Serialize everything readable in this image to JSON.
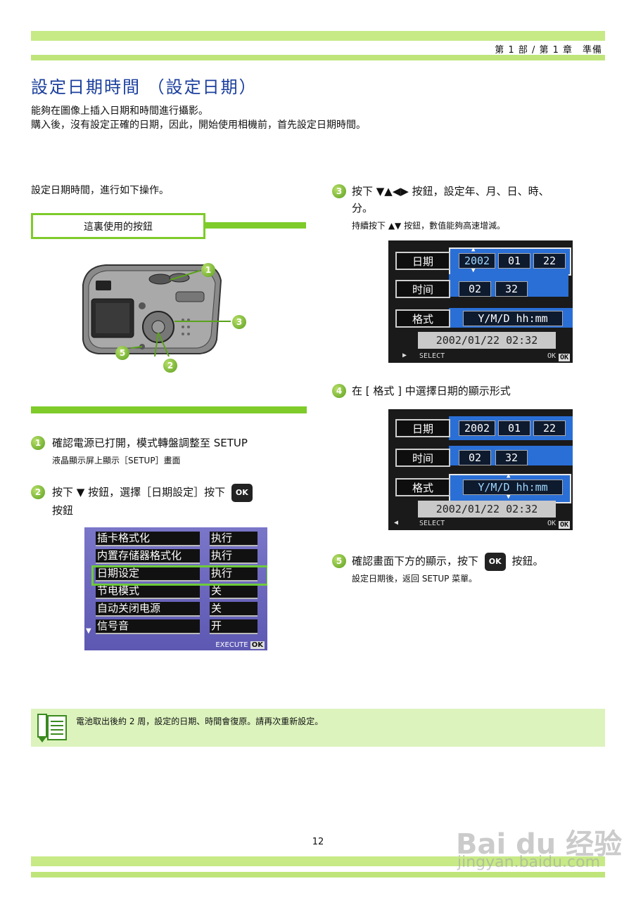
{
  "header": {
    "chapter": "第 1 部 / 第 1 章　準備"
  },
  "title": "設定日期時間 （設定日期）",
  "intro": [
    "能夠在圖像上插入日期和時間進行攝影。",
    "購入後，沒有設定正確的日期，因此，開始使用相機前，首先設定日期時間。"
  ],
  "left": {
    "lead": "設定日期時間，進行如下操作。",
    "button_box": "這裏使用的按鈕",
    "callouts": [
      "1",
      "3",
      "5",
      "2"
    ],
    "step1": {
      "num": "1",
      "text": "確認電源已打開，模式轉盤調整至 SETUP",
      "sub": "液晶顯示屏上顯示［SETUP］畫面"
    },
    "step2": {
      "num": "2",
      "text_a": "按下 ▼ 按鈕，選擇［日期設定］按下",
      "ok": "OK",
      "text_b": "按鈕"
    }
  },
  "menu_screen": {
    "items": [
      "插卡格式化",
      "内置存储器格式化",
      "日期设定",
      "节电模式",
      "自动关闭电源",
      "信号音"
    ],
    "values": [
      "执行",
      "执行",
      "执行",
      "关",
      "关",
      "开"
    ],
    "footer": "EXECUTE",
    "footer_ok": "OK"
  },
  "right": {
    "step3": {
      "num": "3",
      "text": "按下 ▼▲◀▶ 按鈕，設定年、月、日、時、",
      "text2": "分。",
      "sub": "持續按下 ▲▼ 按鈕，數值能夠高速增減。"
    },
    "step4": {
      "num": "4",
      "text": "在 [ 格式 ] 中選擇日期的顯示形式"
    },
    "step5": {
      "num": "5",
      "text_a": "確認畫面下方的顯示，按下",
      "ok": "OK",
      "text_b": "按鈕。",
      "sub": "設定日期後，返回 SETUP 菜單。"
    }
  },
  "lcd1": {
    "date_label": "日期",
    "year": "2002",
    "month": "01",
    "day": "22",
    "time_label": "时间",
    "hour": "02",
    "minute": "32",
    "format_label": "格式",
    "format": "Y/M/D hh:mm",
    "datetime": "2002/01/22 02:32",
    "footer": "SELECT",
    "footer_ok_a": "OK",
    "footer_ok_b": "OK"
  },
  "lcd2": {
    "date_label": "日期",
    "year": "2002",
    "month": "01",
    "day": "22",
    "time_label": "时间",
    "hour": "02",
    "minute": "32",
    "format_label": "格式",
    "format": "Y/M/D hh:mm",
    "datetime": "2002/01/22 02:32",
    "footer": "SELECT",
    "footer_ok_a": "OK",
    "footer_ok_b": "OK"
  },
  "tip": {
    "text": "電池取出後約 2 周，設定的日期、時間會復原。請再次重新設定。"
  },
  "page_number": "12",
  "watermark": {
    "brand": "Bai du 经验",
    "url": "jingyan.baidu.com"
  }
}
